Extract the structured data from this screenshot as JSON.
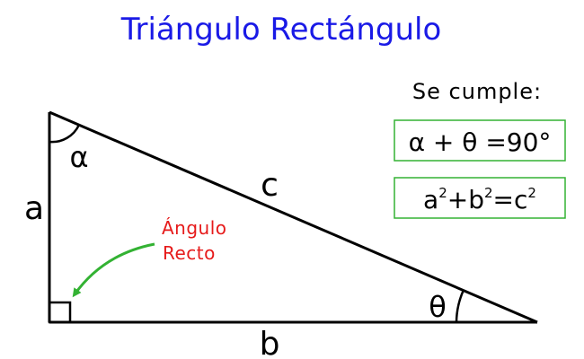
{
  "title": "Triángulo Rectángulo",
  "labels": {
    "side_a": "a",
    "side_b": "b",
    "side_c": "c",
    "angle_alpha": "α",
    "angle_theta": "θ",
    "right_angle_line1": "Ángulo",
    "right_angle_line2": "Recto"
  },
  "panel": {
    "heading": "Se cumple:",
    "formula1": "α + θ =90°",
    "formula2": {
      "a": "a",
      "plus1": "+b",
      "eq": "=c",
      "exp": "2"
    }
  },
  "colors": {
    "title": "#1a1ae6",
    "right_angle_label": "#e61a1a",
    "arrow": "#33b233",
    "box_border": "#33b233",
    "lines": "#000000"
  }
}
